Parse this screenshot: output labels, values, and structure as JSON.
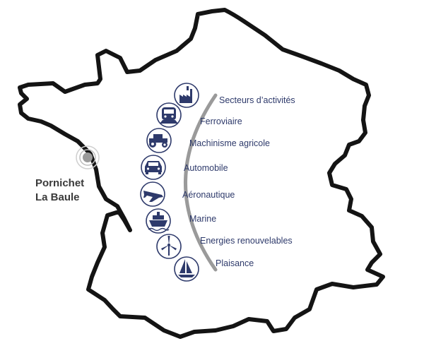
{
  "map": {
    "location": {
      "name_line1": "Pornichet",
      "name_line2": "La Baule"
    },
    "sectors_heading": "Secteurs d’activités",
    "sectors": [
      {
        "label": "Ferroviaire",
        "icon": "train-icon"
      },
      {
        "label": "Machinisme agricole",
        "icon": "tractor-icon"
      },
      {
        "label": "Automobile",
        "icon": "car-icon"
      },
      {
        "label": "Aéronautique",
        "icon": "airplane-icon"
      },
      {
        "label": "Marine",
        "icon": "ship-icon"
      },
      {
        "label": "Energies renouvelables",
        "icon": "wind-turbine-icon"
      },
      {
        "label": "Plaisance",
        "icon": "sailboat-icon"
      }
    ],
    "heading_icon": "factory-icon",
    "colors": {
      "outline": "#141414",
      "icons": "#2e3a6b",
      "arc": "#9a9a9a",
      "marker": "#9a9a9a"
    }
  }
}
